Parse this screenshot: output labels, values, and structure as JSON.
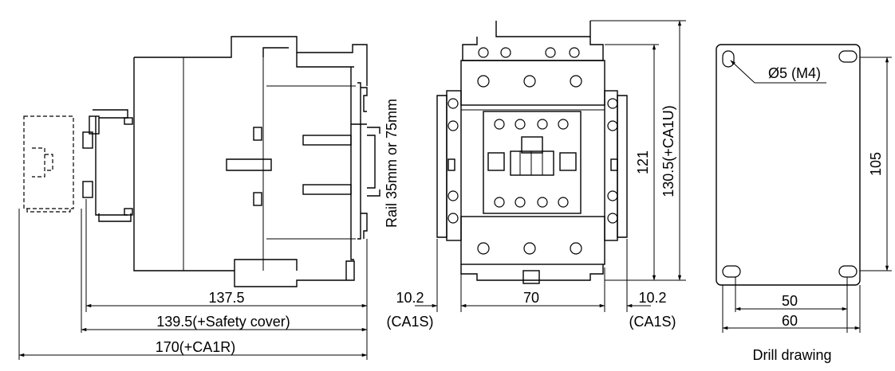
{
  "side_view": {
    "dim_main": "137.5",
    "dim_cover": "139.5(+Safety cover)",
    "dim_aux": "170(+CA1R)",
    "rail_label": "Rail 35mm or 75mm"
  },
  "front_view": {
    "dim_width": "70",
    "dim_left": "10.2",
    "dim_left_note": "(CA1S)",
    "dim_right": "10.2",
    "dim_right_note": "(CA1S)",
    "dim_height": "121",
    "dim_height_aux": "130.5(+CA1U)"
  },
  "drill": {
    "hole_label": "Ø5 (M4)",
    "dim_spacing": "50",
    "dim_width": "60",
    "dim_height": "105",
    "caption": "Drill drawing"
  }
}
